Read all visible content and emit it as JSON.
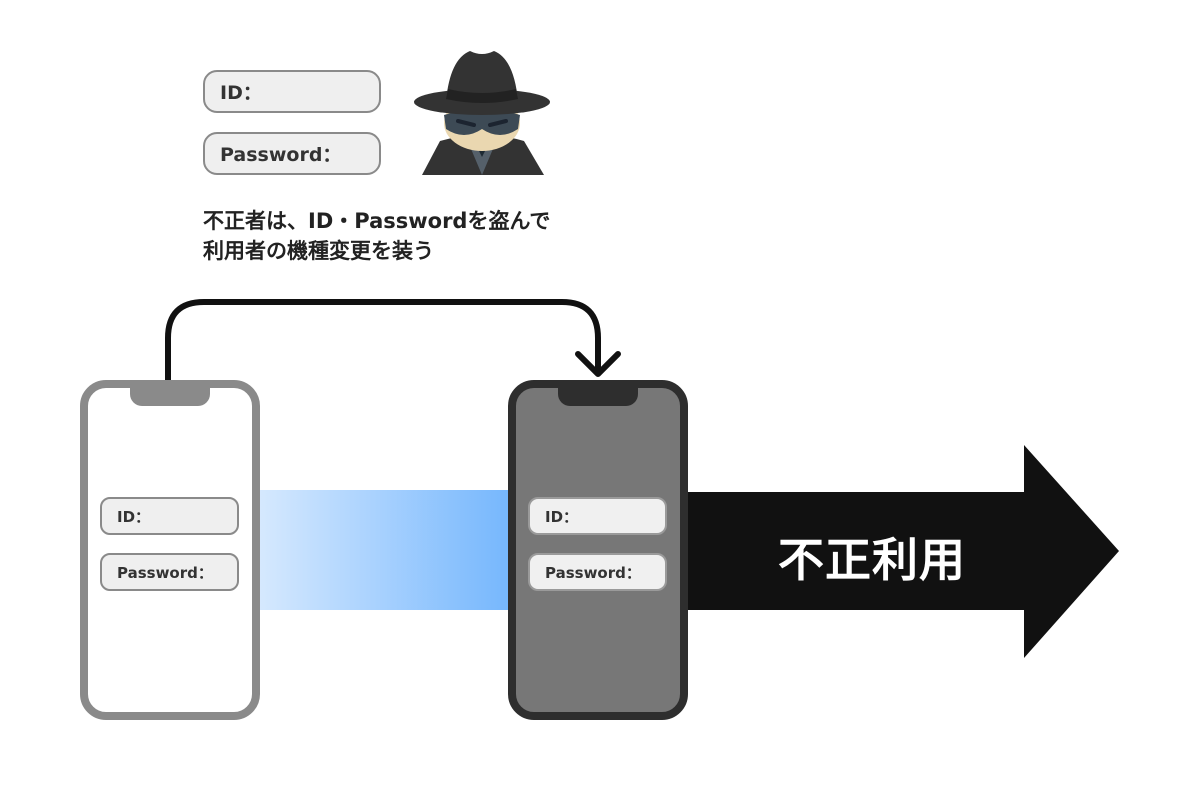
{
  "top_credentials": {
    "id_label": "ID：",
    "password_label": "Password："
  },
  "caption": {
    "line1": "不正者は、ID・Passwordを盗んで",
    "line2": "利用者の機種変更を装う"
  },
  "user_phone": {
    "id_label": "ID：",
    "password_label": "Password："
  },
  "attacker_phone": {
    "id_label": "ID：",
    "password_label": "Password："
  },
  "result_arrow": {
    "label": "不正利用"
  },
  "colors": {
    "user_phone_frame": "#8a8a8a",
    "attacker_phone_frame": "#2e2e2e",
    "attacker_phone_screen": "#777777",
    "transfer_gradient_start": "#d6e9fe",
    "transfer_gradient_end": "#74b6fd",
    "arrow_fill": "#111111",
    "hacker_hat": "#333333",
    "hacker_mask": "#3d4a55",
    "hacker_skin": "#ead7b0"
  },
  "icons": [
    "hacker-icon",
    "down-arrow-icon",
    "big-right-arrow-icon"
  ]
}
